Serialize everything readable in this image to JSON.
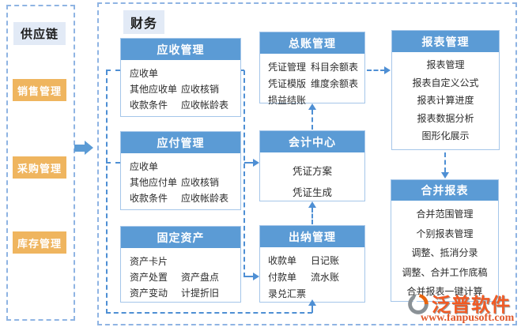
{
  "sidebar": {
    "title": "供应链",
    "items": [
      "销售管理",
      "采购管理",
      "库存管理"
    ]
  },
  "main": {
    "title": "财务",
    "boxes": {
      "receivables": {
        "title": "应收管理",
        "rows": [
          [
            "应收单",
            ""
          ],
          [
            "其他应收单",
            "应收核销"
          ],
          [
            "收款条件",
            "应收帐龄表"
          ]
        ]
      },
      "payables": {
        "title": "应付管理",
        "rows": [
          [
            "应收单",
            ""
          ],
          [
            "其他应付单",
            "应收核销"
          ],
          [
            "收款条件",
            "应收帐龄表"
          ]
        ]
      },
      "fixed_assets": {
        "title": "固定资产",
        "rows": [
          [
            "资产卡片",
            ""
          ],
          [
            "资产处置",
            "资产盘点"
          ],
          [
            "资产变动",
            "计提折旧"
          ]
        ]
      },
      "general_ledger": {
        "title": "总账管理",
        "rows": [
          [
            "凭证管理",
            "科目余额表"
          ],
          [
            "凭证模版",
            "维度余额表"
          ],
          [
            "损益结账",
            ""
          ]
        ]
      },
      "accounting_center": {
        "title": "会计中心",
        "items": [
          "凭证方案",
          "凭证生成"
        ]
      },
      "cashier": {
        "title": "出纳管理",
        "rows": [
          [
            "收款单",
            "日记账"
          ],
          [
            "付款单",
            "流水账"
          ],
          [
            "录兑汇票",
            ""
          ]
        ]
      },
      "reports": {
        "title": "报表管理",
        "items": [
          "报表管理",
          "报表自定义公式",
          "报表计算进度",
          "报表数据分析",
          "图形化展示"
        ]
      },
      "consolidated": {
        "title": "合并报表",
        "items": [
          "合并范围管理",
          "个别报表管理",
          "调整、抵消分录",
          "调整、合并工作底稿",
          "合并报表一键计算"
        ]
      }
    }
  },
  "logo": {
    "name": "泛普软件",
    "url": "www.fanpusoft.com"
  },
  "colors": {
    "header_blue": "#5b9bd5",
    "box_border_blue": "#a5c6e9",
    "dashed_frame_blue": "#8fb4e3",
    "connector_blue": "#4e8fd4",
    "button_orange": "#efb55f",
    "label_bg": "#e2eaf6",
    "logo_orange": "#f15a24"
  }
}
